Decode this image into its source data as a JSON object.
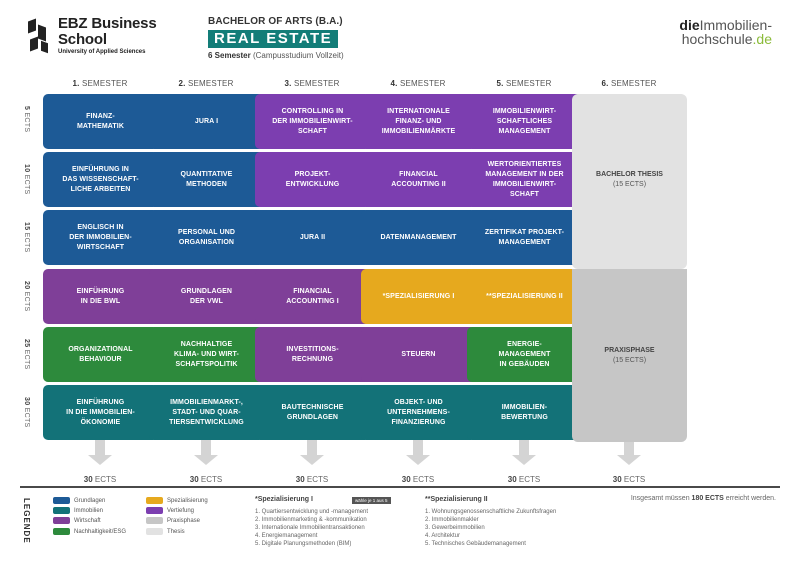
{
  "header": {
    "logo_line1": "EBZ Business",
    "logo_line2": "School",
    "logo_sub": "University of Applied Sciences",
    "degree": "BACHELOR OF ARTS (B.A.)",
    "program": "REAL ESTATE",
    "semesters_bold": "6 Semester",
    "semesters_rest": "(Campusstudium Vollzeit)",
    "ih_prefix": "die",
    "ih_word1": "Immobilien-",
    "ih_word2": "hochschule",
    "ih_tld": ".de"
  },
  "semesters": [
    {
      "num": "1.",
      "label": "SEMESTER"
    },
    {
      "num": "2.",
      "label": "SEMESTER"
    },
    {
      "num": "3.",
      "label": "SEMESTER"
    },
    {
      "num": "4.",
      "label": "SEMESTER"
    },
    {
      "num": "5.",
      "label": "SEMESTER"
    },
    {
      "num": "6.",
      "label": "SEMESTER"
    }
  ],
  "ects_rows": [
    {
      "num": "5",
      "unit": "ECTS"
    },
    {
      "num": "10",
      "unit": "ECTS"
    },
    {
      "num": "15",
      "unit": "ECTS"
    },
    {
      "num": "20",
      "unit": "ECTS"
    },
    {
      "num": "25",
      "unit": "ECTS"
    },
    {
      "num": "30",
      "unit": "ECTS"
    }
  ],
  "modules": [
    [
      "FINANZ-\nMATHEMATIK",
      "EINFÜHRUNG IN\nDAS WISSENSCHAFT-\nLICHE ARBEITEN",
      "ENGLISCH IN\nDER IMMOBILIEN-\nWIRTSCHAFT",
      "EINFÜHRUNG\nIN DIE BWL",
      "ORGANIZATIONAL\nBEHAVIOUR",
      "EINFÜHRUNG\nIN DIE IMMOBILIEN-\nÖKONOMIE"
    ],
    [
      "JURA I",
      "QUANTITATIVE\nMETHODEN",
      "PERSONAL UND\nORGANISATION",
      "GRUNDLAGEN\nDER VWL",
      "NACHHALTIGE\nKLIMA- UND WIRT-\nSCHAFTSPOLITIK",
      "IMMOBILIENMARKT-,\nSTADT- UND QUAR-\nTIERSENTWICKLUNG"
    ],
    [
      "CONTROLLING IN\nDER IMMOBILIENWIRT-\nSCHAFT",
      "PROJEKT-\nENTWICKLUNG",
      "JURA II",
      "FINANCIAL\nACCOUNTING I",
      "INVESTITIONS-\nRECHNUNG",
      "BAUTECHNISCHE\nGRUNDLAGEN"
    ],
    [
      "INTERNATIONALE\nFINANZ- UND\nIMMOBILIENMÄRKTE",
      "FINANCIAL\nACCOUNTING II",
      "DATENMANAGEMENT",
      "*SPEZIALISIERUNG I",
      "STEUERN",
      "OBJEKT- UND\nUNTERNEHMENS-\nFINANZIERUNG"
    ],
    [
      "IMMOBILIENWIRT-\nSCHAFTLICHES\nMANAGEMENT",
      "WERTORIENTIERTES\nMANAGEMENT IN DER\nIMMOBILIENWIRT-\nSCHAFT",
      "ZERTIFIKAT PROJEKT-\nMANAGEMENT",
      "**SPEZIALISIERUNG II",
      "ENERGIE-\nMANAGEMENT\nIN GEBÄUDEN",
      "IMMOBILIEN-\nBEWERTUNG"
    ]
  ],
  "module_types": [
    [
      "grund",
      "grund",
      "grund",
      "wirt",
      "nach",
      "immo"
    ],
    [
      "grund",
      "grund",
      "grund",
      "wirt",
      "nach",
      "immo"
    ],
    [
      "vert",
      "vert",
      "grund",
      "wirt",
      "wirt",
      "immo"
    ],
    [
      "vert",
      "vert",
      "grund",
      "spez",
      "wirt",
      "immo"
    ],
    [
      "vert",
      "vert",
      "grund",
      "spez",
      "nach",
      "immo"
    ]
  ],
  "semester6": {
    "thesis_title": "BACHELOR THESIS",
    "thesis_ects": "(15 ECTS)",
    "praxis_title": "PRAXISPHASE",
    "praxis_ects": "(15 ECTS)"
  },
  "totals": [
    {
      "num": "30",
      "unit": "ECTS"
    },
    {
      "num": "30",
      "unit": "ECTS"
    },
    {
      "num": "30",
      "unit": "ECTS"
    },
    {
      "num": "30",
      "unit": "ECTS"
    },
    {
      "num": "30",
      "unit": "ECTS"
    },
    {
      "num": "30",
      "unit": "ECTS"
    }
  ],
  "legend": {
    "title": "LEGENDE",
    "items": [
      {
        "label": "Grundlagen",
        "color": "#1d5a96"
      },
      {
        "label": "Immobilien",
        "color": "#137278"
      },
      {
        "label": "Wirtschaft",
        "color": "#7f3f98"
      },
      {
        "label": "Nachhaltigkeit/ESG",
        "color": "#2d8a3c"
      },
      {
        "label": "Spezialisierung",
        "color": "#e6a91e"
      },
      {
        "label": "Vertiefung",
        "color": "#7c3eb0"
      },
      {
        "label": "Praxisphase",
        "color": "#c6c6c6"
      },
      {
        "label": "Thesis",
        "color": "#e2e2e2"
      }
    ]
  },
  "spec1": {
    "title": "*Spezialisierung I",
    "badge": "wähle je 1 aus 5",
    "items": [
      "1. Quartiersentwicklung und -management",
      "2. Immobilienmarketing & -kommunikation",
      "3. Internationale Immobilientransaktionen",
      "4. Energiemanagement",
      "5. Digitale Planungsmethoden (BIM)"
    ]
  },
  "spec2": {
    "title": "**Spezialisierung II",
    "items": [
      "1. Wohnungsgenossenschaftliche Zukunftsfragen",
      "2. Immobilienmakler",
      "3. Gewerbeimmobilien",
      "4. Architektur",
      "5. Technisches Gebäudemanagement"
    ]
  },
  "note": {
    "prefix": "Insgesamt müssen",
    "bold": "180 ECTS",
    "suffix": "erreicht werden."
  }
}
